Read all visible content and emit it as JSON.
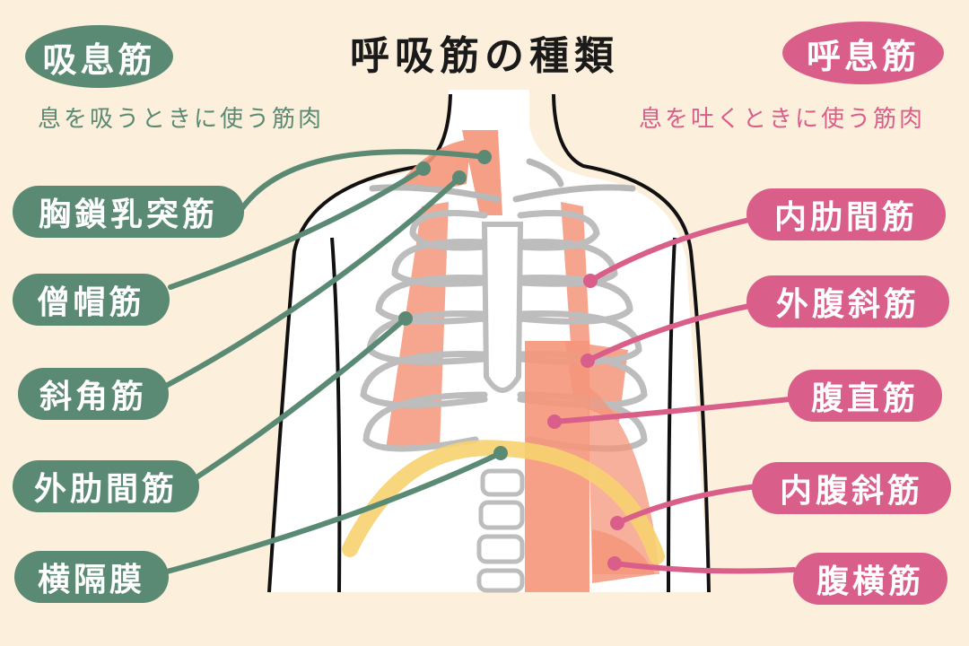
{
  "title": "呼吸筋の種類",
  "inspiratory": {
    "heading": "吸息筋",
    "subtitle": "息を吸うときに使う筋肉",
    "color": "#5a8a73",
    "muscles": [
      {
        "label": "胸鎖乳突筋"
      },
      {
        "label": "僧帽筋"
      },
      {
        "label": "斜角筋"
      },
      {
        "label": "外肋間筋"
      },
      {
        "label": "横隔膜"
      }
    ]
  },
  "expiratory": {
    "heading": "呼息筋",
    "subtitle": "息を吐くときに使う筋肉",
    "color": "#d95e8a",
    "muscles": [
      {
        "label": "内肋間筋"
      },
      {
        "label": "外腹斜筋"
      },
      {
        "label": "腹直筋"
      },
      {
        "label": "内腹斜筋"
      },
      {
        "label": "腹横筋"
      }
    ]
  },
  "colors": {
    "background": "#fcefdc",
    "muscle": "#f4967a",
    "bone": "#b8b8b8",
    "diaphragm": "#f7d270",
    "outline": "#111111"
  }
}
